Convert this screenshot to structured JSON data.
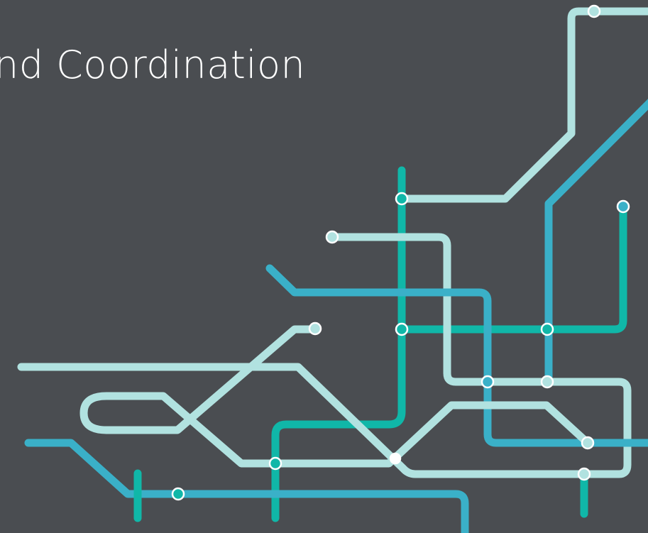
{
  "slide": {
    "title": "nd Coordination"
  },
  "colors": {
    "background": "#4a4d51",
    "title_text": "#ffffff",
    "line_light": "#b1e2e0",
    "line_blue": "#3ab0c8",
    "line_teal": "#10b7a8",
    "station_ring": "#ffffff"
  },
  "graphic": {
    "name": "metro-map-decoration",
    "lines": [
      {
        "id": "light-1",
        "color": "line_light"
      },
      {
        "id": "light-2",
        "color": "line_light"
      },
      {
        "id": "light-3",
        "color": "line_light"
      },
      {
        "id": "light-4",
        "color": "line_light"
      },
      {
        "id": "blue-1",
        "color": "line_blue"
      },
      {
        "id": "blue-2",
        "color": "line_blue"
      },
      {
        "id": "teal-1",
        "color": "line_teal"
      },
      {
        "id": "teal-2",
        "color": "line_teal"
      }
    ]
  }
}
